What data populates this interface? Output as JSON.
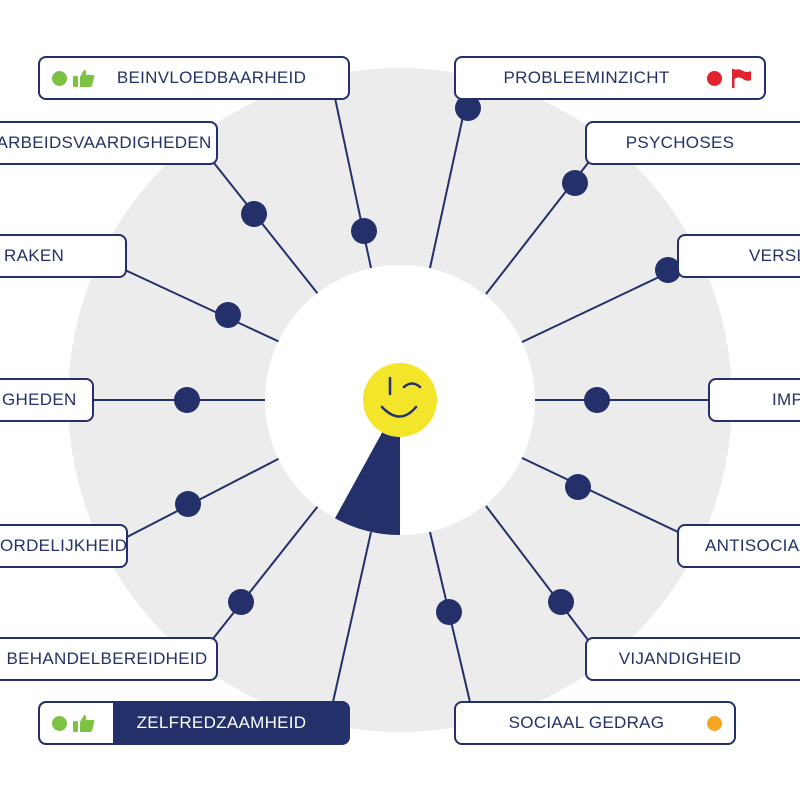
{
  "colors": {
    "navy": "#23306a",
    "ring_bg": "#ececec",
    "positive": "#7cc243",
    "negative": "#e0232f",
    "neutral": "#f5a623",
    "smiley": "#f2e52a"
  },
  "center": {
    "smiley_icon": "winking-smiley-icon",
    "progress_fraction": 0.08
  },
  "labels": {
    "beinvloedbaarheid": {
      "text": "BEINVLOEDBAARHEID",
      "status": [
        "positive-dot-icon",
        "thumbs-up-icon"
      ]
    },
    "arbeidsvaardigheden": {
      "text": "ARBEIDSVAARDIGHEDEN"
    },
    "raken": {
      "text": "RAKEN"
    },
    "gheden": {
      "text": "GHEDEN"
    },
    "ordelijkheid": {
      "text": "ORDELIJKHEID"
    },
    "behandelbereidheid": {
      "text": "BEHANDELBEREIDHEID"
    },
    "zelfredzaamheid": {
      "text": "ZELFREDZAAMHEID",
      "status": [
        "positive-dot-icon",
        "thumbs-up-icon"
      ],
      "selected": true
    },
    "probleeminzicht": {
      "text": "PROBLEEMINZICHT",
      "status": [
        "negative-dot-icon",
        "red-flag-icon"
      ]
    },
    "psychoses": {
      "text": "PSYCHOSES"
    },
    "versl": {
      "text": "VERSL"
    },
    "imp": {
      "text": "IMP"
    },
    "antisociaa": {
      "text": "ANTISOCIAA"
    },
    "vijandigheid": {
      "text": "VIJANDIGHEID"
    },
    "sociaal_gedrag": {
      "text": "SOCIAAL GEDRAG",
      "status": [
        "neutral-dot-icon"
      ]
    }
  }
}
